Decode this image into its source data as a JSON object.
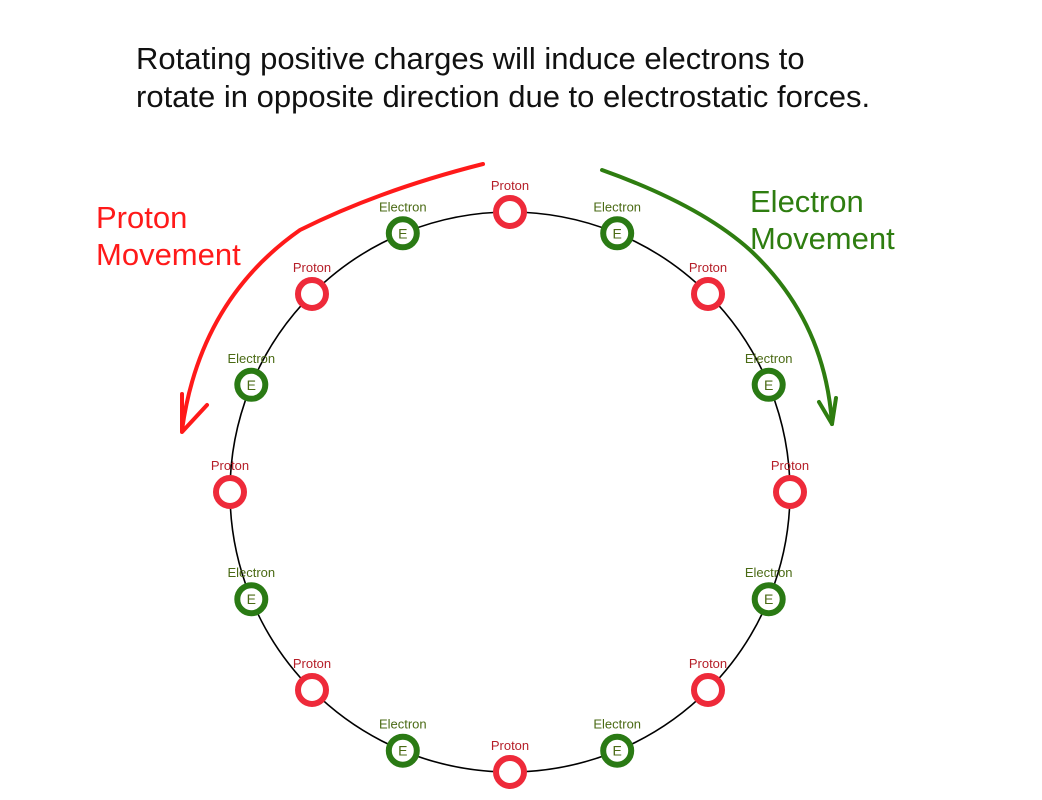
{
  "title": {
    "line1": "Rotating positive charges will induce electrons to",
    "line2": "rotate in opposite direction due to electrostatic forces."
  },
  "proton_movement": {
    "line1": "Proton",
    "line2": "Movement",
    "color": "#ff1a1a"
  },
  "electron_movement": {
    "line1": "Electron",
    "line2": "Movement",
    "color": "#2e7d10"
  },
  "charges": [
    {
      "type": "proton",
      "label": "Proton"
    },
    {
      "type": "electron",
      "label": "Electron",
      "mark": "E"
    },
    {
      "type": "proton",
      "label": "Proton"
    },
    {
      "type": "electron",
      "label": "Electron",
      "mark": "E"
    },
    {
      "type": "proton",
      "label": "Proton"
    },
    {
      "type": "electron",
      "label": "Electron",
      "mark": "E"
    },
    {
      "type": "proton",
      "label": "Proton"
    },
    {
      "type": "electron",
      "label": "Electron",
      "mark": "E"
    },
    {
      "type": "proton",
      "label": "Proton"
    },
    {
      "type": "electron",
      "label": "Electron",
      "mark": "E"
    },
    {
      "type": "proton",
      "label": "Proton"
    },
    {
      "type": "electron",
      "label": "Electron",
      "mark": "E"
    },
    {
      "type": "proton",
      "label": "Proton"
    },
    {
      "type": "electron",
      "label": "Electron",
      "mark": "E"
    },
    {
      "type": "proton",
      "label": "Proton"
    },
    {
      "type": "electron",
      "label": "Electron",
      "mark": "E"
    }
  ],
  "colors": {
    "proton_ring": "#ee2a3a",
    "proton_text": "#b51e28",
    "electron_ring": "#2a7a14",
    "electron_text": "#4a6a14",
    "orbit": "#000000"
  }
}
